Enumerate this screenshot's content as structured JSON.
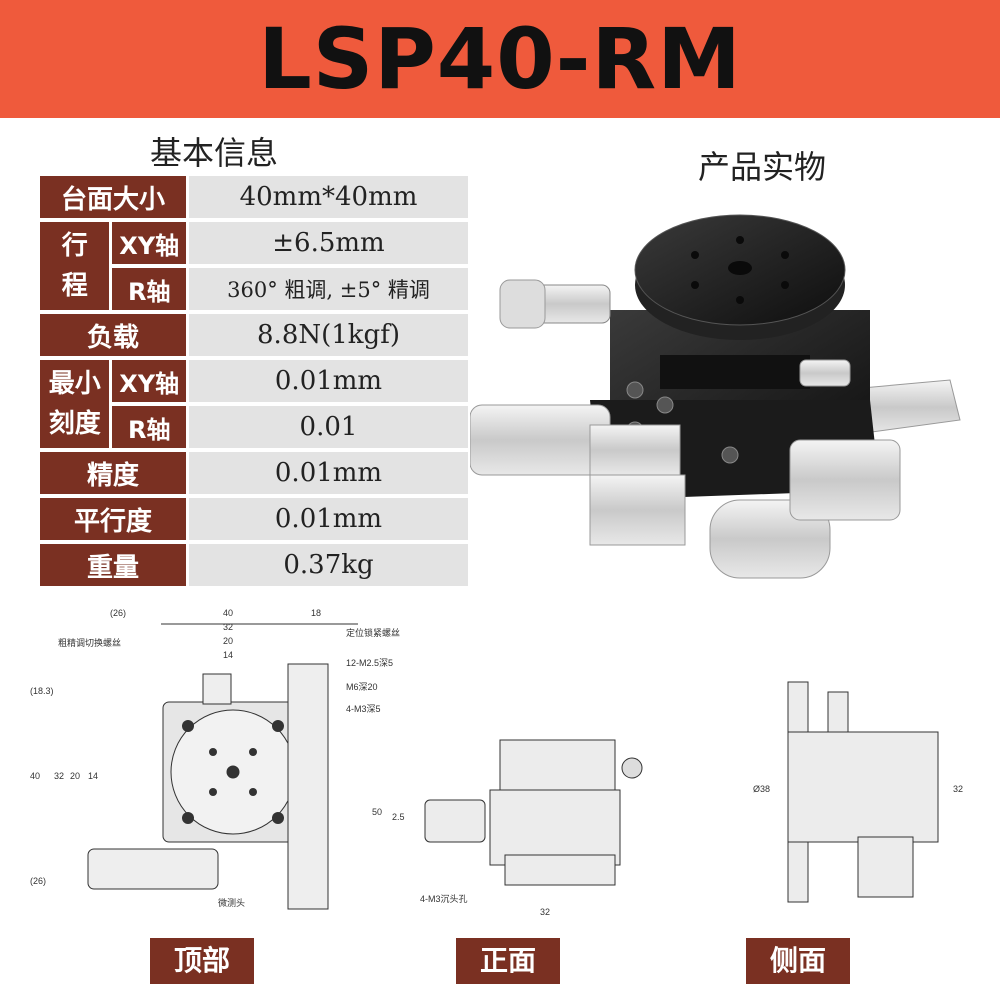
{
  "banner": {
    "title": "LSP40-RM"
  },
  "specs": {
    "heading": "基本信息",
    "size": {
      "label": "台面大小",
      "value": "40mm*40mm"
    },
    "travel": {
      "label": "行程",
      "xy": {
        "label": "XY轴",
        "value": "±6.5mm"
      },
      "r": {
        "label": "R轴",
        "value": "360° 粗调, ±5° 精调"
      }
    },
    "load": {
      "label": "负载",
      "value": "8.8N(1kgf)"
    },
    "resolution": {
      "label": "最小刻度",
      "xy": {
        "label": "XY轴",
        "value": "0.01mm"
      },
      "r": {
        "label": "R轴",
        "value": "0.01"
      }
    },
    "accuracy": {
      "label": "精度",
      "value": "0.01mm"
    },
    "parallelism": {
      "label": "平行度",
      "value": "0.01mm"
    },
    "weight": {
      "label": "重量",
      "value": "0.37kg"
    }
  },
  "photo": {
    "heading": "产品实物"
  },
  "drawings": {
    "top": {
      "label": "顶部",
      "dims": [
        "(26)",
        "40",
        "32",
        "20",
        "14",
        "18",
        "(18.3)",
        "40",
        "32",
        "20",
        "14",
        "(26)"
      ],
      "callouts": [
        "粗精调切换螺丝",
        "定位锁紧螺丝",
        "12-M2.5深5",
        "M6深20",
        "4-M3深5",
        "微测头"
      ]
    },
    "front": {
      "label": "正面",
      "dims": [
        "50",
        "2.5",
        "32"
      ],
      "callouts": [
        "4-M3沉头孔"
      ]
    },
    "side": {
      "label": "侧面",
      "dims": [
        "Ø38",
        "32"
      ]
    }
  }
}
